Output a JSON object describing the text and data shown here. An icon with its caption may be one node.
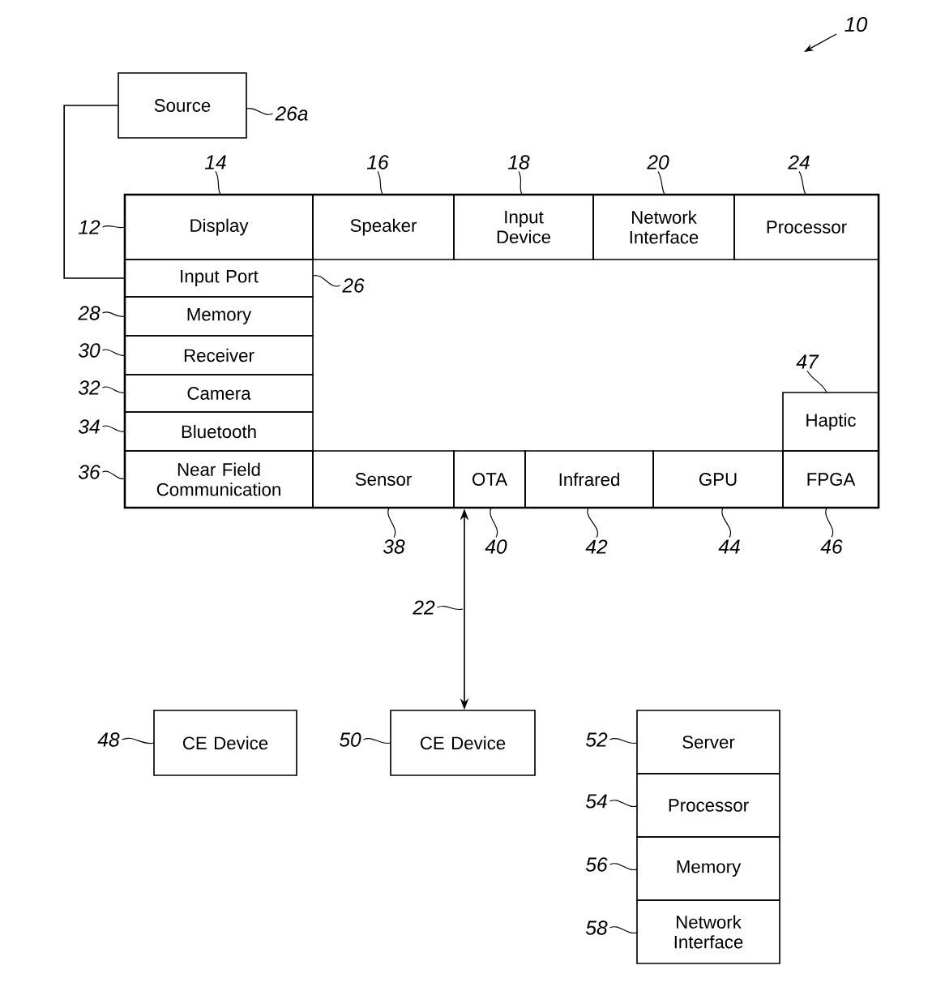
{
  "diagram": {
    "nodes": [
      {
        "text": [],
        "shape": "box"
      },
      {
        "text": [
          "Source"
        ]
      },
      {
        "text": [
          "Display"
        ],
        "in": 0
      },
      {
        "text": [
          "Speaker"
        ],
        "in": 0
      },
      {
        "text": [
          "Input Device"
        ],
        "in": 0
      },
      {
        "text": [
          "Network Interface"
        ],
        "in": 0
      },
      {
        "text": [
          "Processor"
        ],
        "in": 0
      },
      {
        "text": [
          "Input Port"
        ],
        "in": 0
      },
      {
        "text": [
          "Memory"
        ],
        "in": 0
      },
      {
        "text": [
          "Receiver"
        ],
        "in": 0
      },
      {
        "text": [
          "Camera"
        ],
        "in": 0
      },
      {
        "text": [
          "Bluetooth"
        ],
        "in": 0
      },
      {
        "text": [
          "Near Field Communication"
        ],
        "in": 0
      },
      {
        "text": [
          "Haptic"
        ],
        "in": 0
      },
      {
        "text": [
          "Sensor"
        ],
        "in": 0
      },
      {
        "text": [
          "OTA"
        ],
        "in": 0
      },
      {
        "text": [
          "Infrared"
        ],
        "in": 0
      },
      {
        "text": [
          "GPU"
        ],
        "in": 0
      },
      {
        "text": [
          "FPGA"
        ],
        "in": 0
      },
      {
        "text": [
          "CE Device"
        ]
      },
      {
        "text": [
          "CE Device"
        ]
      },
      {
        "text": [
          "Server"
        ]
      },
      {
        "text": [
          "Processor"
        ]
      },
      {
        "text": [
          "Memory"
        ]
      },
      {
        "text": [
          "Network Interface"
        ]
      },
      {
        "text": [
          "12"
        ]
      },
      {
        "text": [
          "26a"
        ]
      },
      {
        "text": [
          "14"
        ]
      },
      {
        "text": [
          "16"
        ]
      },
      {
        "text": [
          "18"
        ]
      },
      {
        "text": [
          "20"
        ]
      },
      {
        "text": [
          "24"
        ]
      },
      {
        "text": [
          "26"
        ],
        "in": 0
      },
      {
        "text": [
          "28"
        ]
      },
      {
        "text": [
          "30"
        ]
      },
      {
        "text": [
          "32"
        ]
      },
      {
        "text": [
          "34"
        ]
      },
      {
        "text": [
          "36"
        ]
      },
      {
        "text": [
          "47"
        ],
        "in": 0
      },
      {
        "text": [
          "38"
        ]
      },
      {
        "text": [
          "40"
        ]
      },
      {
        "text": [
          "42"
        ]
      },
      {
        "text": [
          "44"
        ]
      },
      {
        "text": [
          "46"
        ]
      },
      {
        "text": [
          "48"
        ]
      },
      {
        "text": [
          "50"
        ]
      },
      {
        "text": [
          "52"
        ]
      },
      {
        "text": [
          "54"
        ]
      },
      {
        "text": [
          "56"
        ]
      },
      {
        "text": [
          "58"
        ]
      }
    ],
    "edges": [
      {
        "from": 1,
        "to": 7,
        "arrow": "none"
      },
      {
        "from": 0,
        "to": 20,
        "arrow": "both",
        "label": "22"
      },
      {
        "from": 25,
        "to": 0,
        "arrow": "none"
      },
      {
        "from": 26,
        "to": 1,
        "arrow": "none"
      },
      {
        "from": 27,
        "to": 2,
        "arrow": "none"
      },
      {
        "from": 28,
        "to": 3,
        "arrow": "none"
      },
      {
        "from": 29,
        "to": 4,
        "arrow": "none"
      },
      {
        "from": 30,
        "to": 5,
        "arrow": "none"
      },
      {
        "from": 31,
        "to": 6,
        "arrow": "none"
      },
      {
        "from": 32,
        "to": 7,
        "arrow": "none"
      },
      {
        "from": 33,
        "to": 8,
        "arrow": "none"
      },
      {
        "from": 34,
        "to": 9,
        "arrow": "none"
      },
      {
        "from": 35,
        "to": 10,
        "arrow": "none"
      },
      {
        "from": 36,
        "to": 11,
        "arrow": "none"
      },
      {
        "from": 37,
        "to": 12,
        "arrow": "none"
      },
      {
        "from": 38,
        "to": 13,
        "arrow": "none"
      },
      {
        "from": 39,
        "to": 14,
        "arrow": "none"
      },
      {
        "from": 40,
        "to": 15,
        "arrow": "none"
      },
      {
        "from": 41,
        "to": 16,
        "arrow": "none"
      },
      {
        "from": 42,
        "to": 17,
        "arrow": "none"
      },
      {
        "from": 43,
        "to": 18,
        "arrow": "none"
      },
      {
        "from": 44,
        "to": 19,
        "arrow": "none"
      },
      {
        "from": 45,
        "to": 20,
        "arrow": "none"
      },
      {
        "from": 46,
        "to": 21,
        "arrow": "none"
      },
      {
        "from": 47,
        "to": 22,
        "arrow": "none"
      },
      {
        "from": 48,
        "to": 23,
        "arrow": "none"
      },
      {
        "from": 49,
        "to": 24,
        "arrow": "none"
      }
    ],
    "labels": [
      "10"
    ]
  }
}
